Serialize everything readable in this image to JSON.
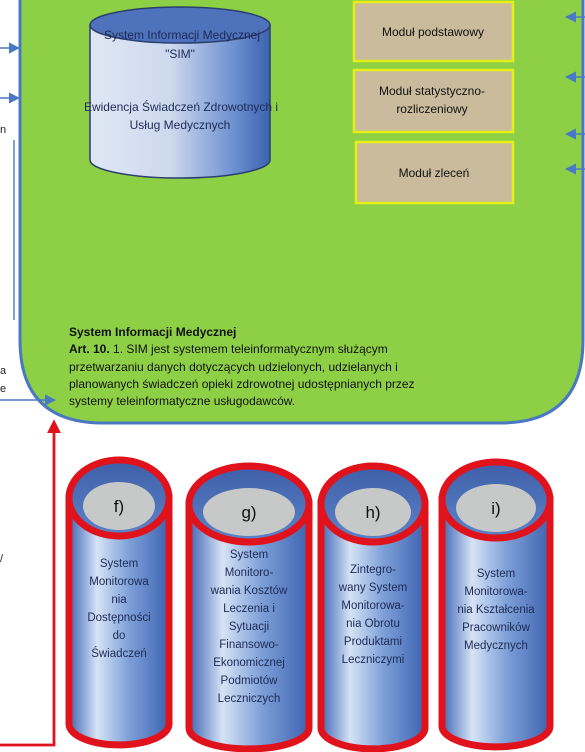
{
  "sim_database": {
    "title_line1": "System Informacji Medycznej",
    "title_line2": "\"SIM\"",
    "body_line1": "Ewidencja Świadczeń Zdrowotnych i",
    "body_line2": "Usług Medycznych"
  },
  "modules": [
    {
      "lines": [
        "Moduł  podstawowy"
      ]
    },
    {
      "lines": [
        "Moduł  statystyczno-",
        "rozliczeniowy"
      ]
    },
    {
      "lines": [
        "Moduł   zleceń"
      ]
    }
  ],
  "sim_description": {
    "heading": "System Informacji  Medycznej",
    "article": "Art. 10.",
    "line1": " 1. SIM jest systemem teleinformatycznym służącym",
    "line2": "przetwarzaniu danych dotyczących udzielonych, udzielanych i",
    "line3": "planowanych świadczeń opieki zdrowotnej udostępnianych przez",
    "line4": "systemy teleinformatyczne  usługodawców."
  },
  "left_edge_fragments": [
    "n",
    "a",
    "e",
    "/"
  ],
  "cylinders": [
    {
      "letter": "f)",
      "lines": [
        "System",
        "Monitorowa",
        "nia",
        "Dostępności",
        "do",
        "Świadczeń"
      ]
    },
    {
      "letter": "g)",
      "lines": [
        "System",
        "Monitoro-",
        "wania Kosztów",
        "Leczenia i",
        "Sytuacji",
        "Finansowo-",
        "Ekonomicznej",
        "Podmiotów",
        "Leczniczych"
      ]
    },
    {
      "letter": "h)",
      "lines": [
        "Zintegro-",
        "wany System",
        "Monitorowa-",
        "nia Obrotu",
        "Produktami",
        "Leczniczymi"
      ]
    },
    {
      "letter": "i)",
      "lines": [
        "System",
        "Monitorowa-",
        "nia Kształcenia",
        "Pracowników",
        "Medycznych"
      ]
    }
  ],
  "colors": {
    "green_panel": "#8ed045",
    "module_fill": "#c9bb9b",
    "module_border": "#e6ee18",
    "cylinder_blue": "#5f86cc",
    "cylinder_red": "#e0131c",
    "connector_red": "#e0131c",
    "arrow_blue": "#4a78c4"
  }
}
